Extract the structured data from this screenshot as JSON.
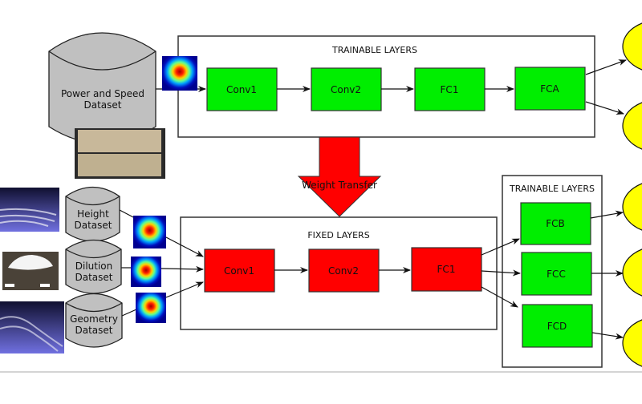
{
  "top_section": {
    "title": "TRAINABLE LAYERS",
    "layers": [
      "Conv1",
      "Conv2",
      "FC1",
      "FCA"
    ],
    "color": "#00ee00"
  },
  "source_dataset": {
    "line1": "Power and Speed",
    "line2": "Dataset"
  },
  "weight_transfer": {
    "label": "Weight Transfer",
    "color": "#ff0000"
  },
  "fixed_section": {
    "title": "FIXED LAYERS",
    "layers": [
      "Conv1",
      "Conv2",
      "FC1"
    ],
    "color": "#ff0000"
  },
  "bottom_trainable": {
    "title": "TRAINABLE LAYERS",
    "layers": [
      "FCB",
      "FCC",
      "FCD"
    ]
  },
  "datasets": [
    {
      "line1": "Height",
      "line2": "Dataset"
    },
    {
      "line1": "Dilution",
      "line2": "Dataset"
    },
    {
      "line1": "Geometry",
      "line2": "Dataset"
    }
  ],
  "output_color": "#ffff00",
  "cylinder_color": "#c0c0c0"
}
